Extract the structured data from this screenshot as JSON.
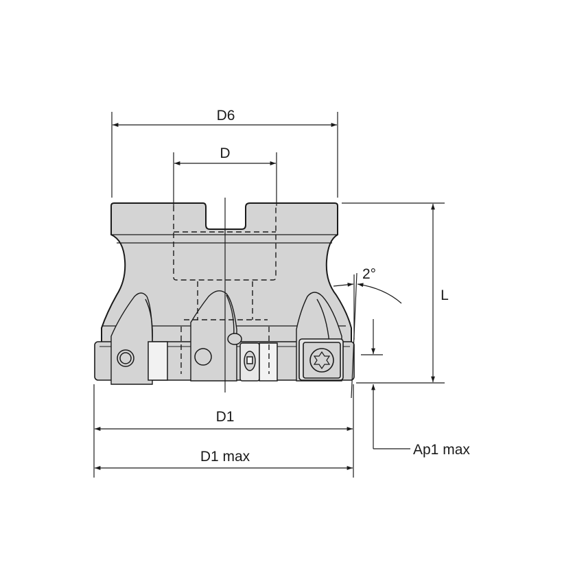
{
  "diagram": {
    "title": "Face mill dimension drawing",
    "colors": {
      "body_fill": "#d4d4d4",
      "line": "#1a1a1a",
      "insert_fill": "#f2f2f2",
      "background": "#ffffff"
    },
    "dimensions": {
      "d6": "D6",
      "d": "D",
      "l": "L",
      "d1": "D1",
      "d1_max": "D1 max",
      "ap1_max": "Ap1 max",
      "angle": "2°"
    }
  }
}
